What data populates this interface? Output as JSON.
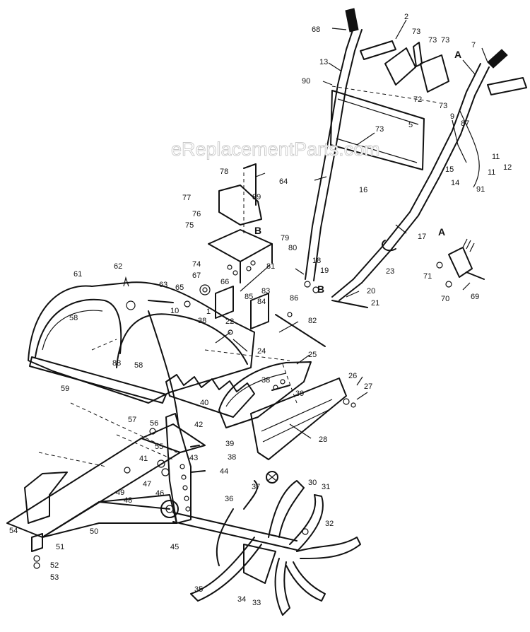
{
  "watermark": "eReplacementParts.com",
  "callouts": [
    {
      "id": "c68",
      "text": "68"
    },
    {
      "id": "c2",
      "text": "2"
    },
    {
      "id": "c13",
      "text": "13"
    },
    {
      "id": "c90",
      "text": "90"
    },
    {
      "id": "c73a",
      "text": "73"
    },
    {
      "id": "c73b",
      "text": "73"
    },
    {
      "id": "c73c",
      "text": "73"
    },
    {
      "id": "c73d",
      "text": "73"
    },
    {
      "id": "c73e",
      "text": "73"
    },
    {
      "id": "c72",
      "text": "72"
    },
    {
      "id": "c7",
      "text": "7"
    },
    {
      "id": "c5",
      "text": "5"
    },
    {
      "id": "c9",
      "text": "9"
    },
    {
      "id": "c87",
      "text": "87"
    },
    {
      "id": "c11a",
      "text": "11"
    },
    {
      "id": "c11b",
      "text": "11"
    },
    {
      "id": "c12",
      "text": "12"
    },
    {
      "id": "c15",
      "text": "15"
    },
    {
      "id": "c14",
      "text": "14"
    },
    {
      "id": "c91",
      "text": "91"
    },
    {
      "id": "c78",
      "text": "78"
    },
    {
      "id": "c77",
      "text": "77"
    },
    {
      "id": "c89",
      "text": "89"
    },
    {
      "id": "c76",
      "text": "76"
    },
    {
      "id": "c64",
      "text": "64"
    },
    {
      "id": "c16",
      "text": "16"
    },
    {
      "id": "c17",
      "text": "17"
    },
    {
      "id": "c75",
      "text": "75"
    },
    {
      "id": "c79",
      "text": "79"
    },
    {
      "id": "c80",
      "text": "80"
    },
    {
      "id": "c74",
      "text": "74"
    },
    {
      "id": "c67",
      "text": "67"
    },
    {
      "id": "c81",
      "text": "81"
    },
    {
      "id": "c66",
      "text": "66"
    },
    {
      "id": "c83",
      "text": "83"
    },
    {
      "id": "c85",
      "text": "85"
    },
    {
      "id": "c84",
      "text": "84"
    },
    {
      "id": "c18",
      "text": "18"
    },
    {
      "id": "c19",
      "text": "19"
    },
    {
      "id": "c23",
      "text": "23"
    },
    {
      "id": "c71",
      "text": "71"
    },
    {
      "id": "c70",
      "text": "70"
    },
    {
      "id": "c69",
      "text": "69"
    },
    {
      "id": "c20",
      "text": "20"
    },
    {
      "id": "c21",
      "text": "21"
    },
    {
      "id": "c61",
      "text": "61"
    },
    {
      "id": "c62",
      "text": "62"
    },
    {
      "id": "c63",
      "text": "63"
    },
    {
      "id": "c65",
      "text": "65"
    },
    {
      "id": "c10",
      "text": "10"
    },
    {
      "id": "c1",
      "text": "1"
    },
    {
      "id": "c22",
      "text": "22"
    },
    {
      "id": "c38a",
      "text": "38"
    },
    {
      "id": "c86",
      "text": "86"
    },
    {
      "id": "c82",
      "text": "82"
    },
    {
      "id": "c58a",
      "text": "58"
    },
    {
      "id": "c24",
      "text": "24"
    },
    {
      "id": "c25",
      "text": "25"
    },
    {
      "id": "c88",
      "text": "88"
    },
    {
      "id": "c58b",
      "text": "58"
    },
    {
      "id": "c59",
      "text": "59"
    },
    {
      "id": "c38b",
      "text": "38"
    },
    {
      "id": "c39a",
      "text": "39"
    },
    {
      "id": "c26",
      "text": "26"
    },
    {
      "id": "c27",
      "text": "27"
    },
    {
      "id": "c40",
      "text": "40"
    },
    {
      "id": "c57",
      "text": "57"
    },
    {
      "id": "c56",
      "text": "56"
    },
    {
      "id": "c55",
      "text": "55"
    },
    {
      "id": "c42",
      "text": "42"
    },
    {
      "id": "c43",
      "text": "43"
    },
    {
      "id": "c39b",
      "text": "39"
    },
    {
      "id": "c38c",
      "text": "38"
    },
    {
      "id": "c28",
      "text": "28"
    },
    {
      "id": "c41",
      "text": "41"
    },
    {
      "id": "c44",
      "text": "44"
    },
    {
      "id": "c47",
      "text": "47"
    },
    {
      "id": "c46",
      "text": "46"
    },
    {
      "id": "c49",
      "text": "49"
    },
    {
      "id": "c48",
      "text": "48"
    },
    {
      "id": "c37",
      "text": "37"
    },
    {
      "id": "c30",
      "text": "30"
    },
    {
      "id": "c31",
      "text": "31"
    },
    {
      "id": "c36",
      "text": "36"
    },
    {
      "id": "c54",
      "text": "54"
    },
    {
      "id": "c50",
      "text": "50"
    },
    {
      "id": "c32",
      "text": "32"
    },
    {
      "id": "c45",
      "text": "45"
    },
    {
      "id": "c51",
      "text": "51"
    },
    {
      "id": "c52",
      "text": "52"
    },
    {
      "id": "c53",
      "text": "53"
    },
    {
      "id": "c35",
      "text": "35"
    },
    {
      "id": "c34",
      "text": "34"
    },
    {
      "id": "c33",
      "text": "33"
    }
  ],
  "section_letters": [
    {
      "id": "lA1",
      "text": "A"
    },
    {
      "id": "lB1",
      "text": "B"
    },
    {
      "id": "lB2",
      "text": "B"
    },
    {
      "id": "lA2",
      "text": "A"
    }
  ]
}
